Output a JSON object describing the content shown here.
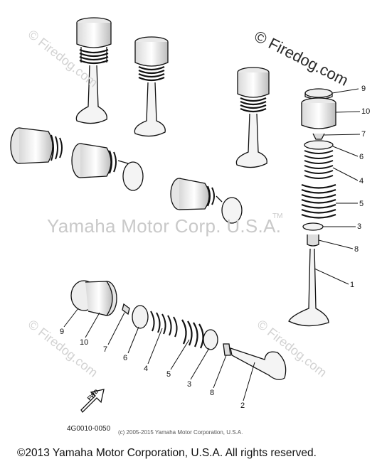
{
  "watermark": {
    "main": "Yamaha Motor Corp. U.S.A.",
    "trademark": "TM",
    "firedog_main": "© Firedog.com",
    "firedog_faded": "© Firedog.com"
  },
  "diagram": {
    "part_number": "4G0010-0050",
    "fwd_label": "FWD",
    "copyright_small": "(c) 2005-2015 Yamaha Motor Corporation, U.S.A.",
    "copyright_main": "©2013 Yamaha Motor Corporation, U.S.A. All rights reserved.",
    "callouts_right": [
      "9",
      "10",
      "7",
      "6",
      "4",
      "5",
      "3",
      "8",
      "1"
    ],
    "callouts_bottom": [
      "9",
      "10",
      "7",
      "6",
      "4",
      "5",
      "3",
      "8",
      "2"
    ]
  },
  "colors": {
    "ink": "#111111",
    "watermark": "#c9c9c9",
    "background": "#ffffff"
  }
}
